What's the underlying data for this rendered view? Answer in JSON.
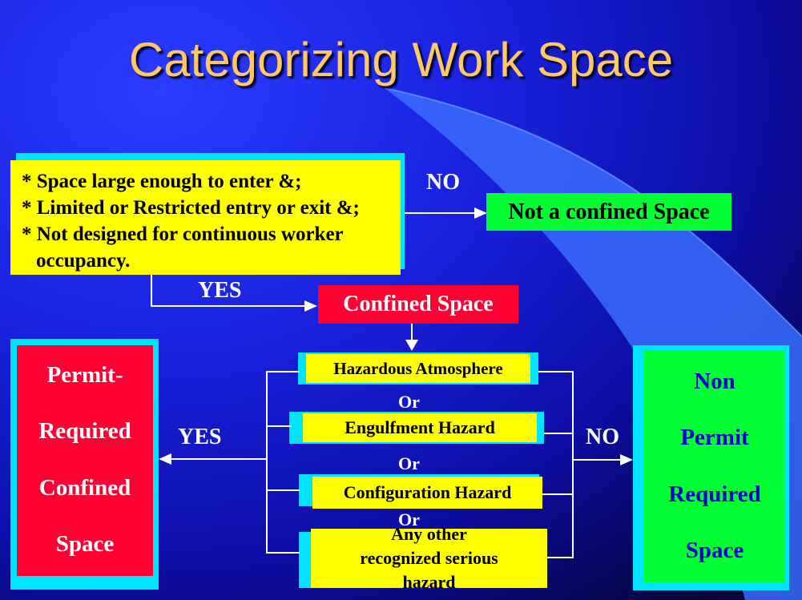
{
  "title": "Categorizing Work Space",
  "criteria": [
    "* Space large enough to enter &;",
    "* Limited or Restricted entry or exit &;",
    "* Not designed for continuous worker",
    "occupancy."
  ],
  "no_label_top": "NO",
  "yes_label_top": "YES",
  "not_confined": "Not a confined Space",
  "confined": "Confined Space",
  "hazards": [
    "Hazardous Atmosphere",
    "Engulfment Hazard",
    "Configuration Hazard",
    "Any other recognized serious hazard"
  ],
  "or_label": "Or",
  "yes_label_left": "YES",
  "no_label_right": "NO",
  "permit_required": [
    "Permit-",
    "Required",
    "Confined",
    "Space"
  ],
  "non_permit": [
    "Non",
    "Permit",
    "Required",
    "Space"
  ],
  "colors": {
    "title": "#ffc864",
    "yellow": "#ffff00",
    "cyan": "#00e5ff",
    "red": "#ff0033",
    "green": "#00ff33",
    "navy_text": "#0000cc"
  }
}
